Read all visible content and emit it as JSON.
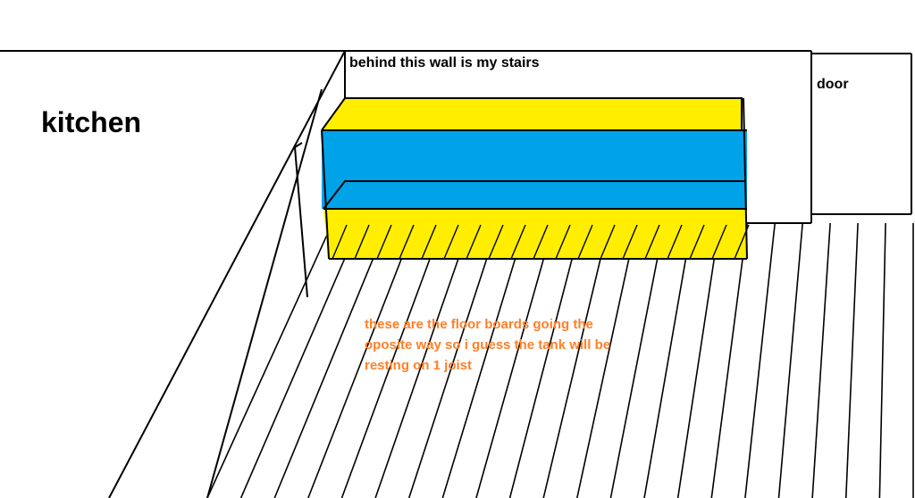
{
  "labels": {
    "kitchen": "kitchen",
    "wall": "behind this wall is my stairs",
    "door": "door"
  },
  "note": {
    "lines": [
      "these are the floor boards going the",
      "oposite way so i guess the tank will be",
      "resting on 1 joist"
    ]
  },
  "colors": {
    "line": "#000000",
    "tank_yellow": "#ffee00",
    "tank_blue": "#00a2e8",
    "note": "#ff7f27",
    "background": "#ffffff"
  }
}
